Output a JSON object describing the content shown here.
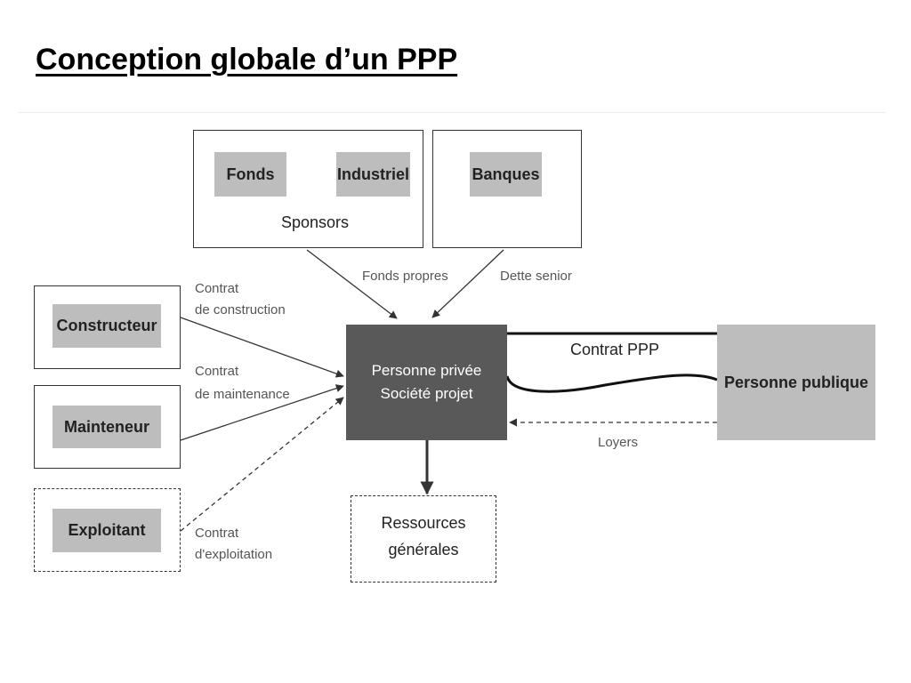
{
  "slide": {
    "title": "Conception globale d’un PPP"
  },
  "sponsors": {
    "fonds": "Fonds",
    "industriel": "Industriel",
    "label": "Sponsors"
  },
  "banques": {
    "label": "Banques"
  },
  "flows": {
    "fonds_propres": "Fonds propres",
    "dette_senior": "Dette senior",
    "contrat_ppp": "Contrat PPP",
    "loyers": "Loyers"
  },
  "constructeur": {
    "label": "Constructeur",
    "contract_line1": "Contrat",
    "contract_line2": "de construction"
  },
  "mainteneur": {
    "label": "Mainteneur",
    "contract_line1": "Contrat",
    "contract_line2": "de maintenance"
  },
  "exploitant": {
    "label": "Exploitant",
    "contract_line1": "Contrat",
    "contract_line2": "d'exploitation"
  },
  "personne_privee": {
    "line1": "Personne privée",
    "line2": "Société projet"
  },
  "personne_publique": {
    "label": "Personne publique"
  },
  "ressources": {
    "line1": "Ressources",
    "line2": "générales"
  },
  "colors": {
    "grey_box": "#bdbdbd",
    "dark_box": "#595959",
    "outline": "#333333",
    "label_text": "#555555"
  }
}
